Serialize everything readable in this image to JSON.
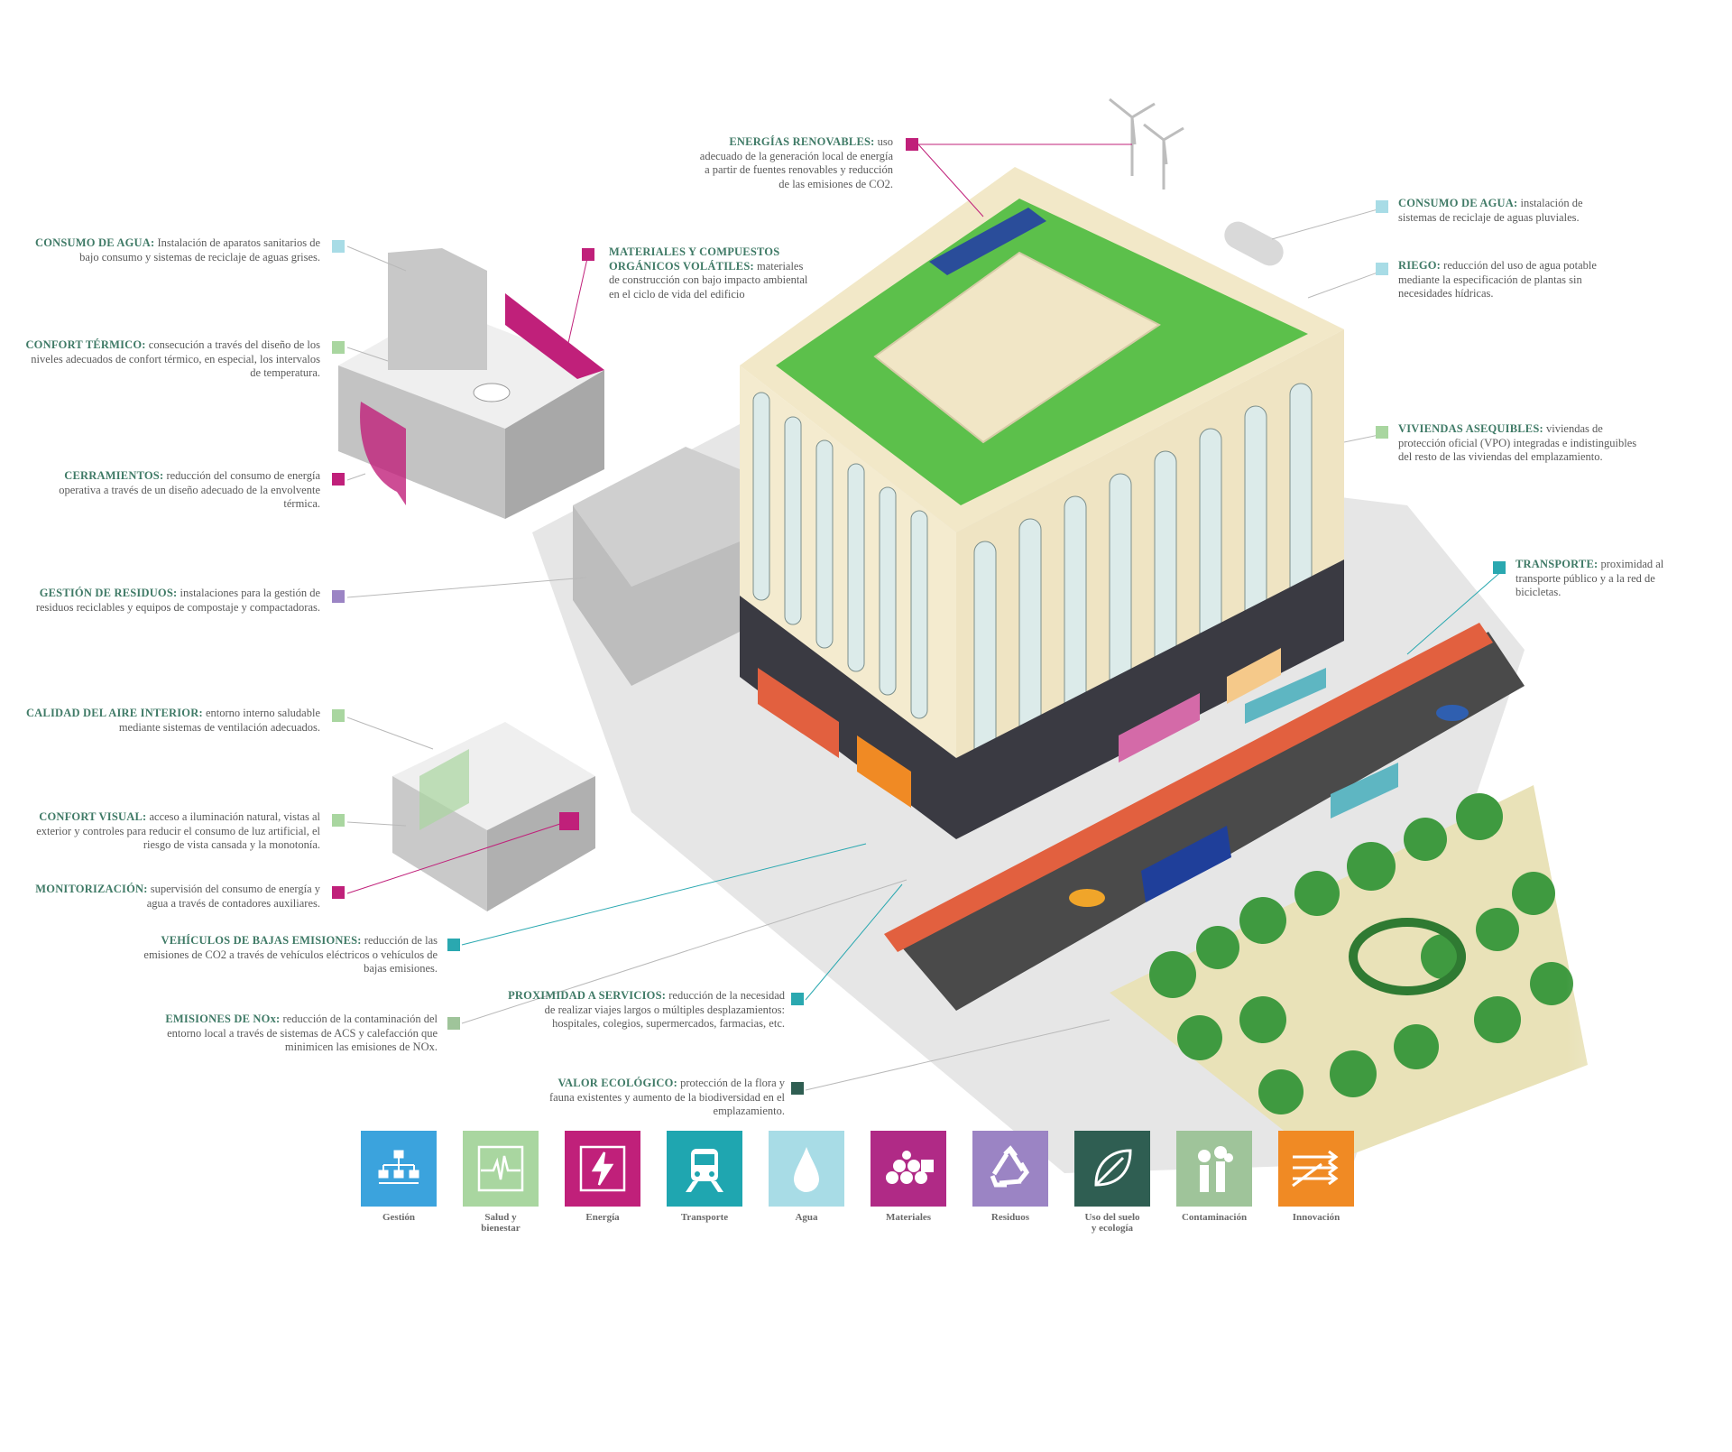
{
  "annotations": [
    {
      "id": "energias-renovables",
      "title": "ENERGÍAS RENOVABLES:",
      "text": "uso adecuado de la generación local de energía a partir de fuentes renovables y reducción de las emisiones de CO2.",
      "color": "#c0207a"
    },
    {
      "id": "materiales",
      "title": "MATERIALES Y COMPUESTOS ORGÁNICOS VOLÁTILES:",
      "text": "materiales de construcción con bajo impacto ambiental en el ciclo de vida del edificio",
      "color": "#c0207a"
    },
    {
      "id": "consumo-agua-left",
      "title": "CONSUMO DE AGUA:",
      "text": "Instalación de aparatos sanitarios de bajo consumo y sistemas de reciclaje de aguas grises.",
      "color": "#a8dce6"
    },
    {
      "id": "confort-termico",
      "title": "CONFORT TÉRMICO:",
      "text": "consecución a través del diseño de los niveles adecuados de confort térmico, en especial, los intervalos de temperatura.",
      "color": "#a9d6a0"
    },
    {
      "id": "cerramientos",
      "title": "CERRAMIENTOS:",
      "text": "reducción del consumo de energía operativa a través de un diseño adecuado de la envolvente térmica.",
      "color": "#c0207a"
    },
    {
      "id": "gestion-residuos",
      "title": "GESTIÓN DE RESIDUOS:",
      "text": "instalaciones para la gestión de residuos reciclables y equipos de compostaje y compactadoras.",
      "color": "#9b84c4"
    },
    {
      "id": "calidad-aire",
      "title": "CALIDAD DEL AIRE INTERIOR:",
      "text": "entorno interno saludable mediante sistemas de ventilación adecuados.",
      "color": "#a9d6a0"
    },
    {
      "id": "confort-visual",
      "title": "CONFORT VISUAL:",
      "text": "acceso a iluminación natural, vistas al exterior y controles para reducir el consumo de luz artificial, el riesgo de vista cansada y la monotonía.",
      "color": "#a9d6a0"
    },
    {
      "id": "monitorizacion",
      "title": "MONITORIZACIÓN:",
      "text": "supervisión del consumo de energía y agua a través de contadores auxiliares.",
      "color": "#c0207a"
    },
    {
      "id": "vehiculos",
      "title": "VEHÍCULOS DE BAJAS EMISIONES:",
      "text": "reducción de las emisiones de CO2 a través de vehículos eléctricos o vehículos de bajas emisiones.",
      "color": "#2aa8b0"
    },
    {
      "id": "emisiones-nox",
      "title": "EMISIONES DE NOx:",
      "text": "reducción de la contaminación del entorno local a través de sistemas de ACS y calefacción que minimicen las emisiones de NOx.",
      "color": "#9fc49a"
    },
    {
      "id": "proximidad",
      "title": "PROXIMIDAD A SERVICIOS:",
      "text": "reducción de la necesidad de realizar viajes largos o múltiples desplazamientos: hospitales, colegios, supermercados, farmacias, etc.",
      "color": "#2aa8b0"
    },
    {
      "id": "valor-ecologico",
      "title": "VALOR ECOLÓGICO:",
      "text": "protección de la flora y fauna existentes y aumento de la biodiversidad en el emplazamiento.",
      "color": "#2f5e52"
    },
    {
      "id": "consumo-agua-right",
      "title": "CONSUMO DE AGUA:",
      "text": "instalación de sistemas de reciclaje de aguas pluviales.",
      "color": "#a8dce6"
    },
    {
      "id": "riego",
      "title": "RIEGO:",
      "text": "reducción del uso de agua potable mediante la especificación de plantas sin necesidades hídricas.",
      "color": "#a8dce6"
    },
    {
      "id": "viviendas",
      "title": "VIVIENDAS ASEQUIBLES:",
      "text": "viviendas de protección oficial (VPO) integradas e indistinguibles del resto de las viviendas del emplazamiento.",
      "color": "#a9d6a0"
    },
    {
      "id": "transporte",
      "title": "TRANSPORTE:",
      "text": "proximidad al transporte público y a la red de bicicletas.",
      "color": "#2aa8b0"
    }
  ],
  "legend": [
    {
      "id": "gestion",
      "label": "Gestión",
      "color": "#3ba3dd",
      "icon": "hierarchy-icon"
    },
    {
      "id": "salud",
      "label": "Salud y\nbienestar",
      "color": "#a9d6a0",
      "icon": "heartbeat-icon"
    },
    {
      "id": "energia",
      "label": "Energía",
      "color": "#c0207a",
      "icon": "lightning-icon"
    },
    {
      "id": "transporte",
      "label": "Transporte",
      "color": "#1fa6b0",
      "icon": "train-icon"
    },
    {
      "id": "agua",
      "label": "Agua",
      "color": "#a8dce6",
      "icon": "drop-icon"
    },
    {
      "id": "materiales",
      "label": "Materiales",
      "color": "#b02a86",
      "icon": "logs-icon"
    },
    {
      "id": "residuos",
      "label": "Residuos",
      "color": "#9b84c4",
      "icon": "recycle-icon"
    },
    {
      "id": "suelo",
      "label": "Uso del suelo\ny ecología",
      "color": "#2f5e52",
      "icon": "leaf-icon"
    },
    {
      "id": "contaminacion",
      "label": "Contaminación",
      "color": "#9fc49a",
      "icon": "chimney-icon"
    },
    {
      "id": "innovacion",
      "label": "Innovación",
      "color": "#f08a24",
      "icon": "arrows-icon"
    }
  ]
}
